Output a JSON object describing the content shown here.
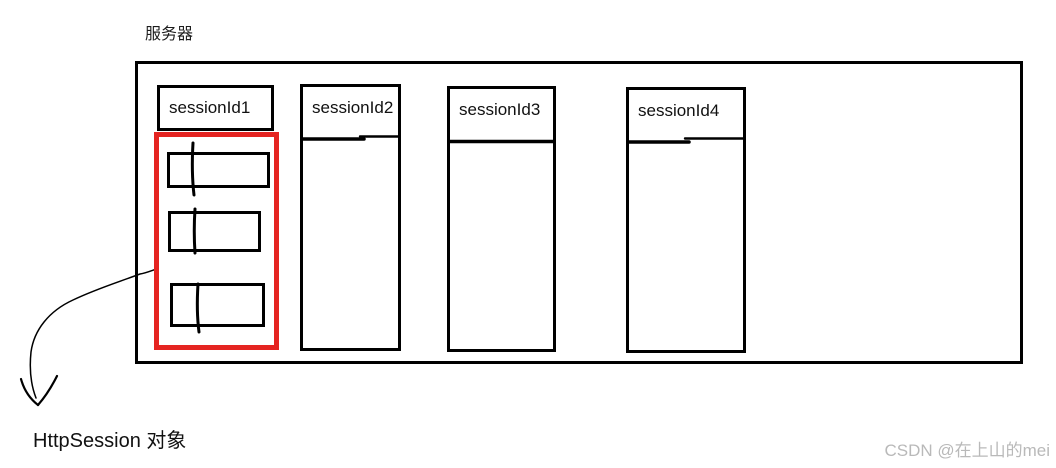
{
  "title": "服务器",
  "caption": "HttpSession 对象",
  "watermark": "CSDN @在上山的mei",
  "sessions": [
    {
      "label": "sessionId1",
      "highlighted": true,
      "entry_slots": 3
    },
    {
      "label": "sessionId2",
      "highlighted": false,
      "entry_slots": 0
    },
    {
      "label": "sessionId3",
      "highlighted": false,
      "entry_slots": 0
    },
    {
      "label": "sessionId4",
      "highlighted": false,
      "entry_slots": 0
    }
  ],
  "colors": {
    "highlight_red": "#e52421",
    "stroke": "#000000",
    "watermark_gray": "#b9b9b9"
  }
}
